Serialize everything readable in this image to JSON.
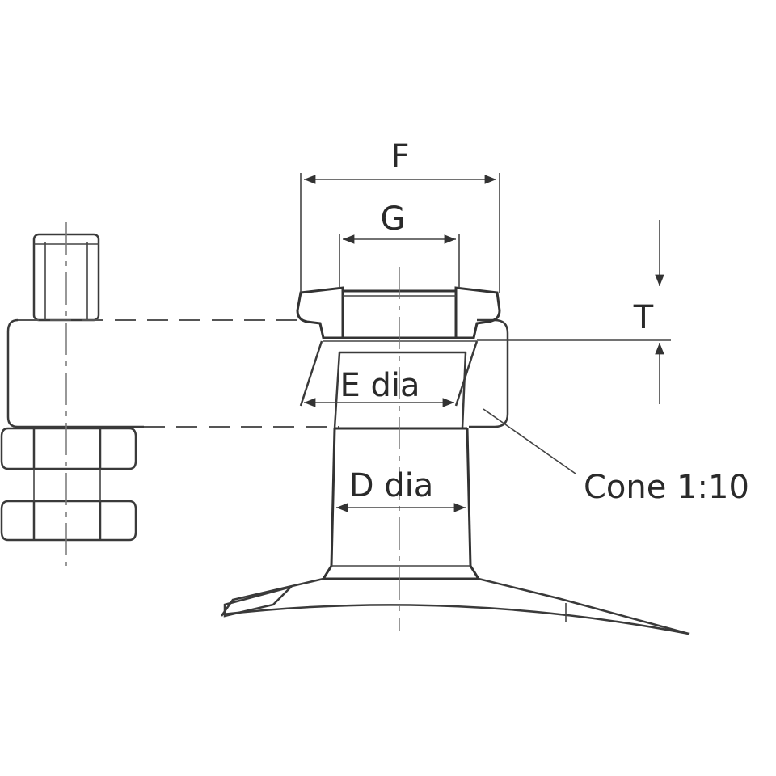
{
  "labels": {
    "f": "F",
    "g": "G",
    "t": "T",
    "e_dia": "E dia",
    "d_dia": "D dia",
    "cone": "Cone 1:10"
  },
  "colors": {
    "line": "#3a3a3a",
    "insert_fill": "#d9d9d9",
    "hatch": "#555555",
    "background": "#ffffff"
  }
}
